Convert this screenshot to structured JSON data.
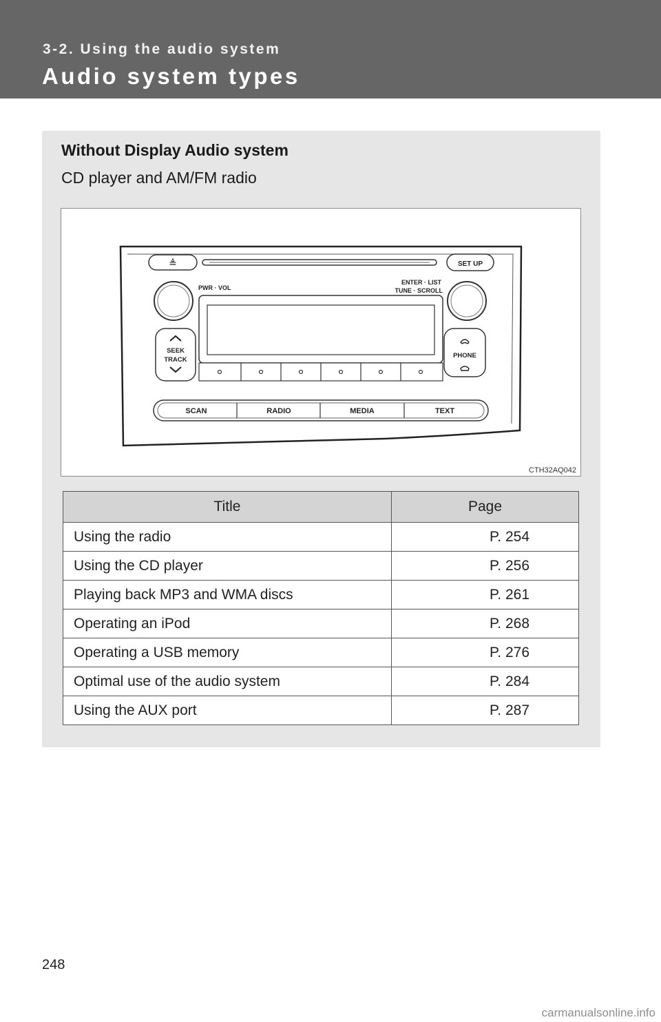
{
  "header": {
    "section": "3-2. Using the audio system",
    "title": "Audio system types"
  },
  "panel": {
    "heading": "Without Display Audio system",
    "caption": "CD player and AM/FM radio"
  },
  "illustration": {
    "code": "CTH32AQ042",
    "labels": {
      "eject": "≜",
      "setup": "SET UP",
      "pwr_vol": "PWR · VOL",
      "enter_list": "ENTER · LIST",
      "tune_scroll": "TUNE · SCROLL",
      "seek": "SEEK",
      "track": "TRACK",
      "phone": "PHONE",
      "scan": "SCAN",
      "radio": "RADIO",
      "media": "MEDIA",
      "text": "TEXT"
    }
  },
  "table": {
    "headers": [
      "Title",
      "Page"
    ],
    "rows": [
      {
        "title": "Using the radio",
        "page": "P. 254"
      },
      {
        "title": "Using the CD player",
        "page": "P. 256"
      },
      {
        "title": "Playing back MP3 and WMA discs",
        "page": "P. 261"
      },
      {
        "title": "Operating an iPod",
        "page": "P. 268"
      },
      {
        "title": "Operating a USB memory",
        "page": "P. 276"
      },
      {
        "title": "Optimal use of the audio system",
        "page": "P. 284"
      },
      {
        "title": "Using the AUX port",
        "page": "P. 287"
      }
    ]
  },
  "footer": {
    "page_number": "248",
    "watermark": "carmanualsonline.info"
  }
}
